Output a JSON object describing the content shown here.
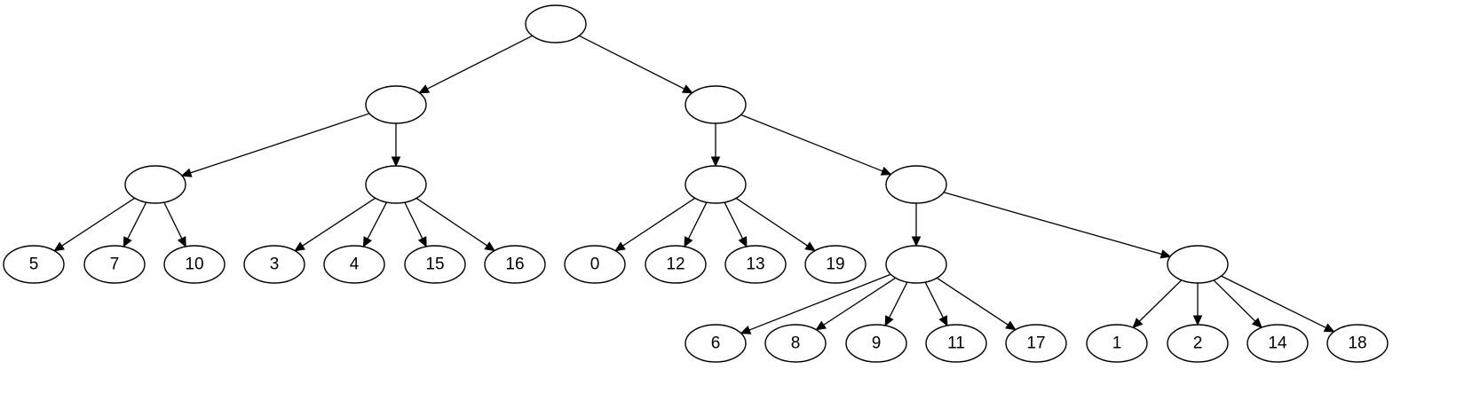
{
  "diagram": {
    "type": "tree",
    "nodes": [
      {
        "id": "root",
        "label": ""
      },
      {
        "id": "L",
        "label": ""
      },
      {
        "id": "R",
        "label": ""
      },
      {
        "id": "LL",
        "label": ""
      },
      {
        "id": "LR",
        "label": ""
      },
      {
        "id": "RL",
        "label": ""
      },
      {
        "id": "RR",
        "label": ""
      },
      {
        "id": "n5",
        "label": "5"
      },
      {
        "id": "n7",
        "label": "7"
      },
      {
        "id": "n10",
        "label": "10"
      },
      {
        "id": "n3",
        "label": "3"
      },
      {
        "id": "n4",
        "label": "4"
      },
      {
        "id": "n15",
        "label": "15"
      },
      {
        "id": "n16",
        "label": "16"
      },
      {
        "id": "n0",
        "label": "0"
      },
      {
        "id": "n12",
        "label": "12"
      },
      {
        "id": "n13",
        "label": "13"
      },
      {
        "id": "n19",
        "label": "19"
      },
      {
        "id": "RRL",
        "label": ""
      },
      {
        "id": "RRR",
        "label": ""
      },
      {
        "id": "n6",
        "label": "6"
      },
      {
        "id": "n8",
        "label": "8"
      },
      {
        "id": "n9",
        "label": "9"
      },
      {
        "id": "n11",
        "label": "11"
      },
      {
        "id": "n17",
        "label": "17"
      },
      {
        "id": "n1",
        "label": "1"
      },
      {
        "id": "n2",
        "label": "2"
      },
      {
        "id": "n14",
        "label": "14"
      },
      {
        "id": "n18",
        "label": "18"
      }
    ],
    "edges": [
      [
        "root",
        "L"
      ],
      [
        "root",
        "R"
      ],
      [
        "L",
        "LL"
      ],
      [
        "L",
        "LR"
      ],
      [
        "R",
        "RL"
      ],
      [
        "R",
        "RR"
      ],
      [
        "LL",
        "n5"
      ],
      [
        "LL",
        "n7"
      ],
      [
        "LL",
        "n10"
      ],
      [
        "LR",
        "n3"
      ],
      [
        "LR",
        "n4"
      ],
      [
        "LR",
        "n15"
      ],
      [
        "LR",
        "n16"
      ],
      [
        "RL",
        "n0"
      ],
      [
        "RL",
        "n12"
      ],
      [
        "RL",
        "n13"
      ],
      [
        "RL",
        "n19"
      ],
      [
        "RR",
        "RRL"
      ],
      [
        "RR",
        "RRR"
      ],
      [
        "RRL",
        "n6"
      ],
      [
        "RRL",
        "n8"
      ],
      [
        "RRL",
        "n9"
      ],
      [
        "RRL",
        "n11"
      ],
      [
        "RRL",
        "n17"
      ],
      [
        "RRR",
        "n1"
      ],
      [
        "RRR",
        "n2"
      ],
      [
        "RRR",
        "n14"
      ],
      [
        "RRR",
        "n18"
      ]
    ]
  }
}
